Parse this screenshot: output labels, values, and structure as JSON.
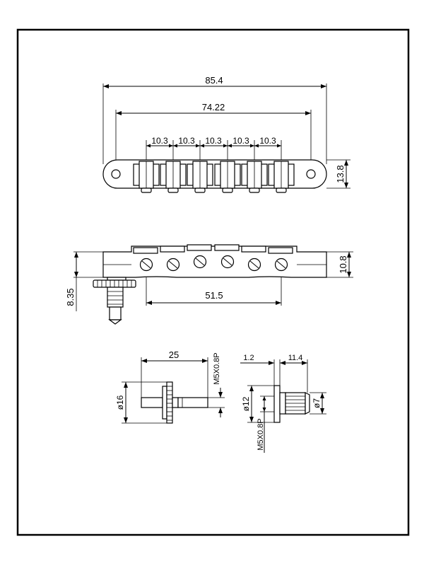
{
  "drawing": {
    "top_view": {
      "overall_width": "85.4",
      "post_spacing": "74.22",
      "string_spacing": [
        "10.3",
        "10.3",
        "10.3",
        "10.3",
        "10.3"
      ],
      "height": "13.8"
    },
    "side_view": {
      "height": "10.8",
      "post_offset": "8.35",
      "base_length": "51.5"
    },
    "post_detail": {
      "length": "25",
      "thread": "M5X0.8P",
      "diameter": "ø16"
    },
    "wheel_detail": {
      "flange": "1.2",
      "length": "11.4",
      "inner_diameter": "ø12",
      "outer_diameter": "ø7",
      "thread": "M5X0.8P"
    }
  }
}
